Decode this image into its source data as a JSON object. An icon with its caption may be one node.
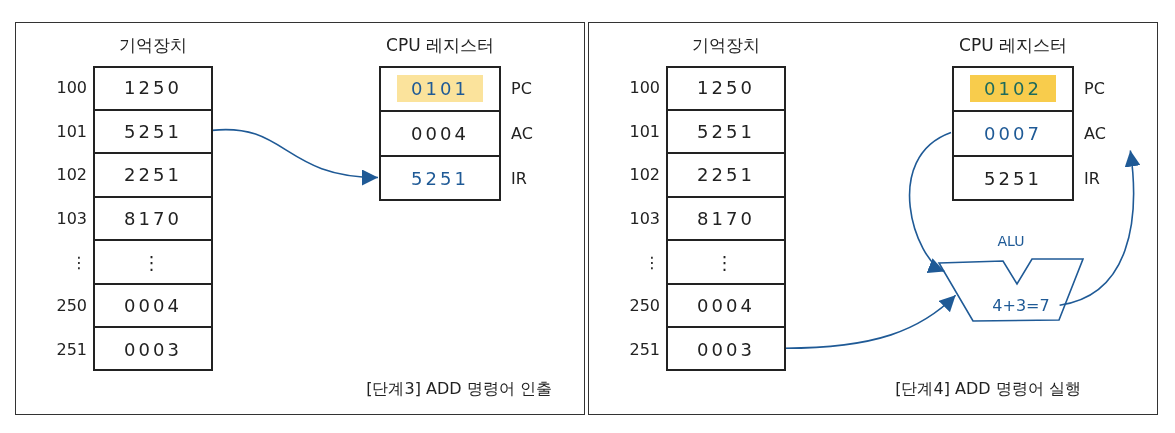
{
  "diagram": {
    "nodes": [
      {
        "text": [
          "[단계3] ADD 명령어 인출"
        ]
      },
      {
        "text": [
          "기억장치"
        ],
        "in": 0
      },
      {
        "text": [
          "1250"
        ],
        "beside": [
          "100"
        ],
        "in": 1
      },
      {
        "text": [
          "5251"
        ],
        "beside": [
          "101"
        ],
        "in": 1
      },
      {
        "text": [
          "2251"
        ],
        "beside": [
          "102"
        ],
        "in": 1
      },
      {
        "text": [
          "8170"
        ],
        "beside": [
          "103"
        ],
        "in": 1
      },
      {
        "text": [
          "⋮"
        ],
        "beside": [
          "⋮"
        ],
        "in": 1
      },
      {
        "text": [
          "0004"
        ],
        "beside": [
          "250"
        ],
        "in": 1
      },
      {
        "text": [
          "0003"
        ],
        "beside": [
          "251"
        ],
        "in": 1
      },
      {
        "text": [
          "CPU 레지스터"
        ],
        "in": 0
      },
      {
        "text": [
          "0101"
        ],
        "beside": [
          "PC"
        ],
        "in": 9
      },
      {
        "text": [
          "0004"
        ],
        "beside": [
          "AC"
        ],
        "in": 9
      },
      {
        "text": [
          "5251"
        ],
        "beside": [
          "IR"
        ],
        "in": 9
      },
      {
        "text": [
          "[단계4] ADD 명령어 실행"
        ]
      },
      {
        "text": [
          "기억장치"
        ],
        "in": 13
      },
      {
        "text": [
          "1250"
        ],
        "beside": [
          "100"
        ],
        "in": 14
      },
      {
        "text": [
          "5251"
        ],
        "beside": [
          "101"
        ],
        "in": 14
      },
      {
        "text": [
          "2251"
        ],
        "beside": [
          "102"
        ],
        "in": 14
      },
      {
        "text": [
          "8170"
        ],
        "beside": [
          "103"
        ],
        "in": 14
      },
      {
        "text": [
          "⋮"
        ],
        "beside": [
          "⋮"
        ],
        "in": 14
      },
      {
        "text": [
          "0004"
        ],
        "beside": [
          "250"
        ],
        "in": 14
      },
      {
        "text": [
          "0003"
        ],
        "beside": [
          "251"
        ],
        "in": 14
      },
      {
        "text": [
          "CPU 레지스터"
        ],
        "in": 13
      },
      {
        "text": [
          "0102"
        ],
        "beside": [
          "PC"
        ],
        "in": 22
      },
      {
        "text": [
          "0007"
        ],
        "beside": [
          "AC"
        ],
        "in": 22
      },
      {
        "text": [
          "5251"
        ],
        "beside": [
          "IR"
        ],
        "in": 22
      },
      {
        "text": [
          "ALU",
          "4+3=7"
        ],
        "in": 13
      }
    ],
    "edges": [
      {
        "from": 3,
        "to": 12,
        "arrow": "to"
      },
      {
        "from": 24,
        "to": 26,
        "arrow": "to"
      },
      {
        "from": 21,
        "to": 26,
        "arrow": "to"
      },
      {
        "from": 26,
        "to": 24,
        "arrow": "to"
      }
    ]
  }
}
